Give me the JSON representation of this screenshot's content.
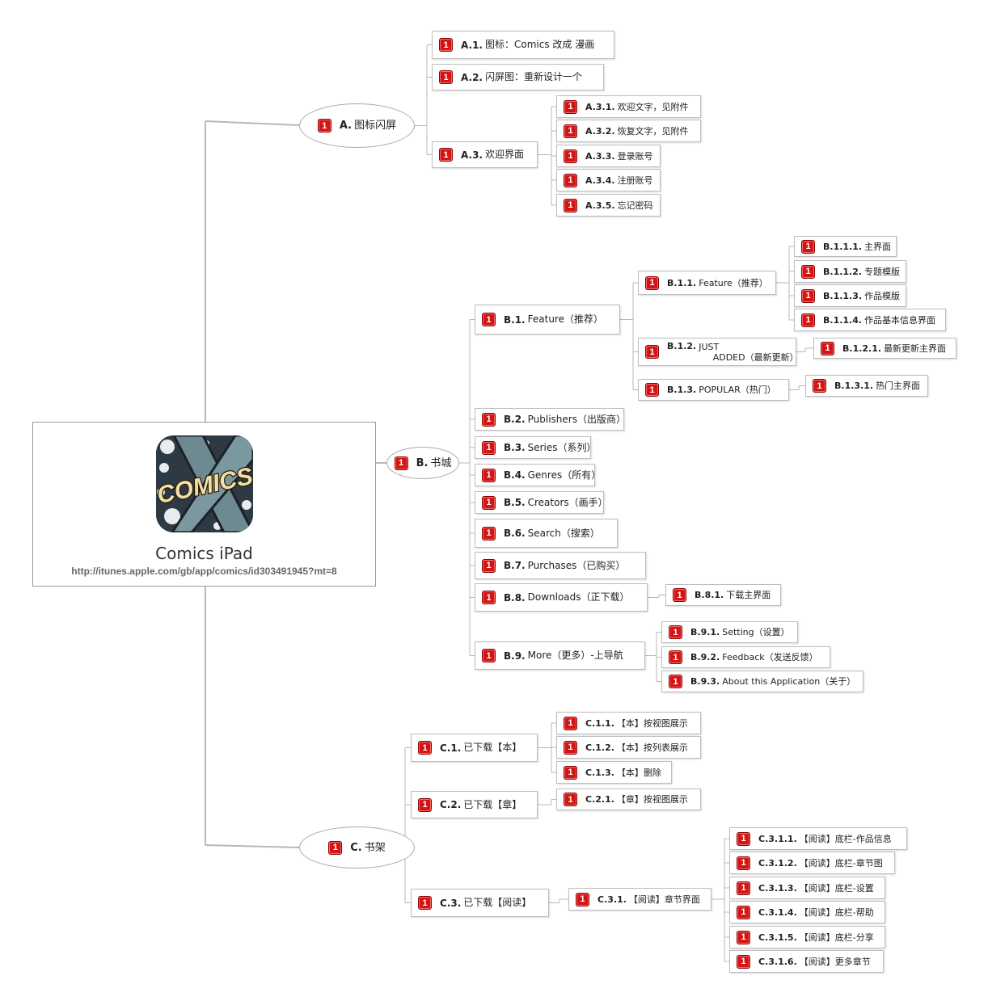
{
  "root": {
    "title": "Comics iPad",
    "url": "http://itunes.apple.com/gb/app/comics/id303491945?mt=8",
    "logo_text": "COMICS"
  },
  "badge": "1",
  "nodes": {
    "A": {
      "code": "A.",
      "text": "图标闪屏"
    },
    "A1": {
      "code": "A.1.",
      "text": "图标：Comics 改成 漫画"
    },
    "A2": {
      "code": "A.2.",
      "text": "闪屏图：重新设计一个"
    },
    "A3": {
      "code": "A.3.",
      "text": "欢迎界面"
    },
    "A31": {
      "code": "A.3.1.",
      "text": "欢迎文字，见附件"
    },
    "A32": {
      "code": "A.3.2.",
      "text": "恢复文字，见附件"
    },
    "A33": {
      "code": "A.3.3.",
      "text": "登录账号"
    },
    "A34": {
      "code": "A.3.4.",
      "text": "注册账号"
    },
    "A35": {
      "code": "A.3.5.",
      "text": "忘记密码"
    },
    "B": {
      "code": "B.",
      "text": "书城"
    },
    "B1": {
      "code": "B.1.",
      "text": "Feature（推荐）"
    },
    "B11": {
      "code": "B.1.1.",
      "text": "Feature（推荐）"
    },
    "B111": {
      "code": "B.1.1.1.",
      "text": "主界面"
    },
    "B112": {
      "code": "B.1.1.2.",
      "text": "专题模版"
    },
    "B113": {
      "code": "B.1.1.3.",
      "text": "作品模版"
    },
    "B114": {
      "code": "B.1.1.4.",
      "text": "作品基本信息界面"
    },
    "B12": {
      "code": "B.1.2.",
      "text": "JUST\n     ADDED（最新更新）"
    },
    "B121": {
      "code": "B.1.2.1.",
      "text": "最新更新主界面"
    },
    "B13": {
      "code": "B.1.3.",
      "text": "POPULAR（热门）"
    },
    "B131": {
      "code": "B.1.3.1.",
      "text": "热门主界面"
    },
    "B2": {
      "code": "B.2.",
      "text": "Publishers（出版商）"
    },
    "B3": {
      "code": "B.3.",
      "text": "Series（系列）"
    },
    "B4": {
      "code": "B.4.",
      "text": "Genres（所有）"
    },
    "B5": {
      "code": "B.5.",
      "text": "Creators（画手）"
    },
    "B6": {
      "code": "B.6.",
      "text": "Search（搜索）"
    },
    "B7": {
      "code": "B.7.",
      "text": "Purchases（已购买）"
    },
    "B8": {
      "code": "B.8.",
      "text": "Downloads（正下载）"
    },
    "B81": {
      "code": "B.8.1.",
      "text": "下载主界面"
    },
    "B9": {
      "code": "B.9.",
      "text": "More（更多）-上导航"
    },
    "B91": {
      "code": "B.9.1.",
      "text": "Setting（设置）"
    },
    "B92": {
      "code": "B.9.2.",
      "text": "Feedback（发送反馈）"
    },
    "B93": {
      "code": "B.9.3.",
      "text": "About this Application（关于）"
    },
    "C": {
      "code": "C.",
      "text": "书架"
    },
    "C1": {
      "code": "C.1.",
      "text": "已下载【本】"
    },
    "C11": {
      "code": "C.1.1.",
      "text": "【本】按视图展示"
    },
    "C12": {
      "code": "C.1.2.",
      "text": "【本】按列表展示"
    },
    "C13": {
      "code": "C.1.3.",
      "text": "【本】删除"
    },
    "C2": {
      "code": "C.2.",
      "text": "已下载【章】"
    },
    "C21": {
      "code": "C.2.1.",
      "text": "【章】按视图展示"
    },
    "C3": {
      "code": "C.3.",
      "text": "已下载【阅读】"
    },
    "C31": {
      "code": "C.3.1.",
      "text": "【阅读】章节界面"
    },
    "C311": {
      "code": "C.3.1.1.",
      "text": "【阅读】底栏-作品信息"
    },
    "C312": {
      "code": "C.3.1.2.",
      "text": "【阅读】底栏-章节图"
    },
    "C313": {
      "code": "C.3.1.3.",
      "text": "【阅读】底栏-设置"
    },
    "C314": {
      "code": "C.3.1.4.",
      "text": "【阅读】底栏-帮助"
    },
    "C315": {
      "code": "C.3.1.5.",
      "text": "【阅读】底栏-分享"
    },
    "C316": {
      "code": "C.3.1.6.",
      "text": "【阅读】更多章节"
    }
  },
  "colors": {
    "badge": "#d41414",
    "line": "#b8b8b8",
    "border": "#bdbdbd"
  }
}
